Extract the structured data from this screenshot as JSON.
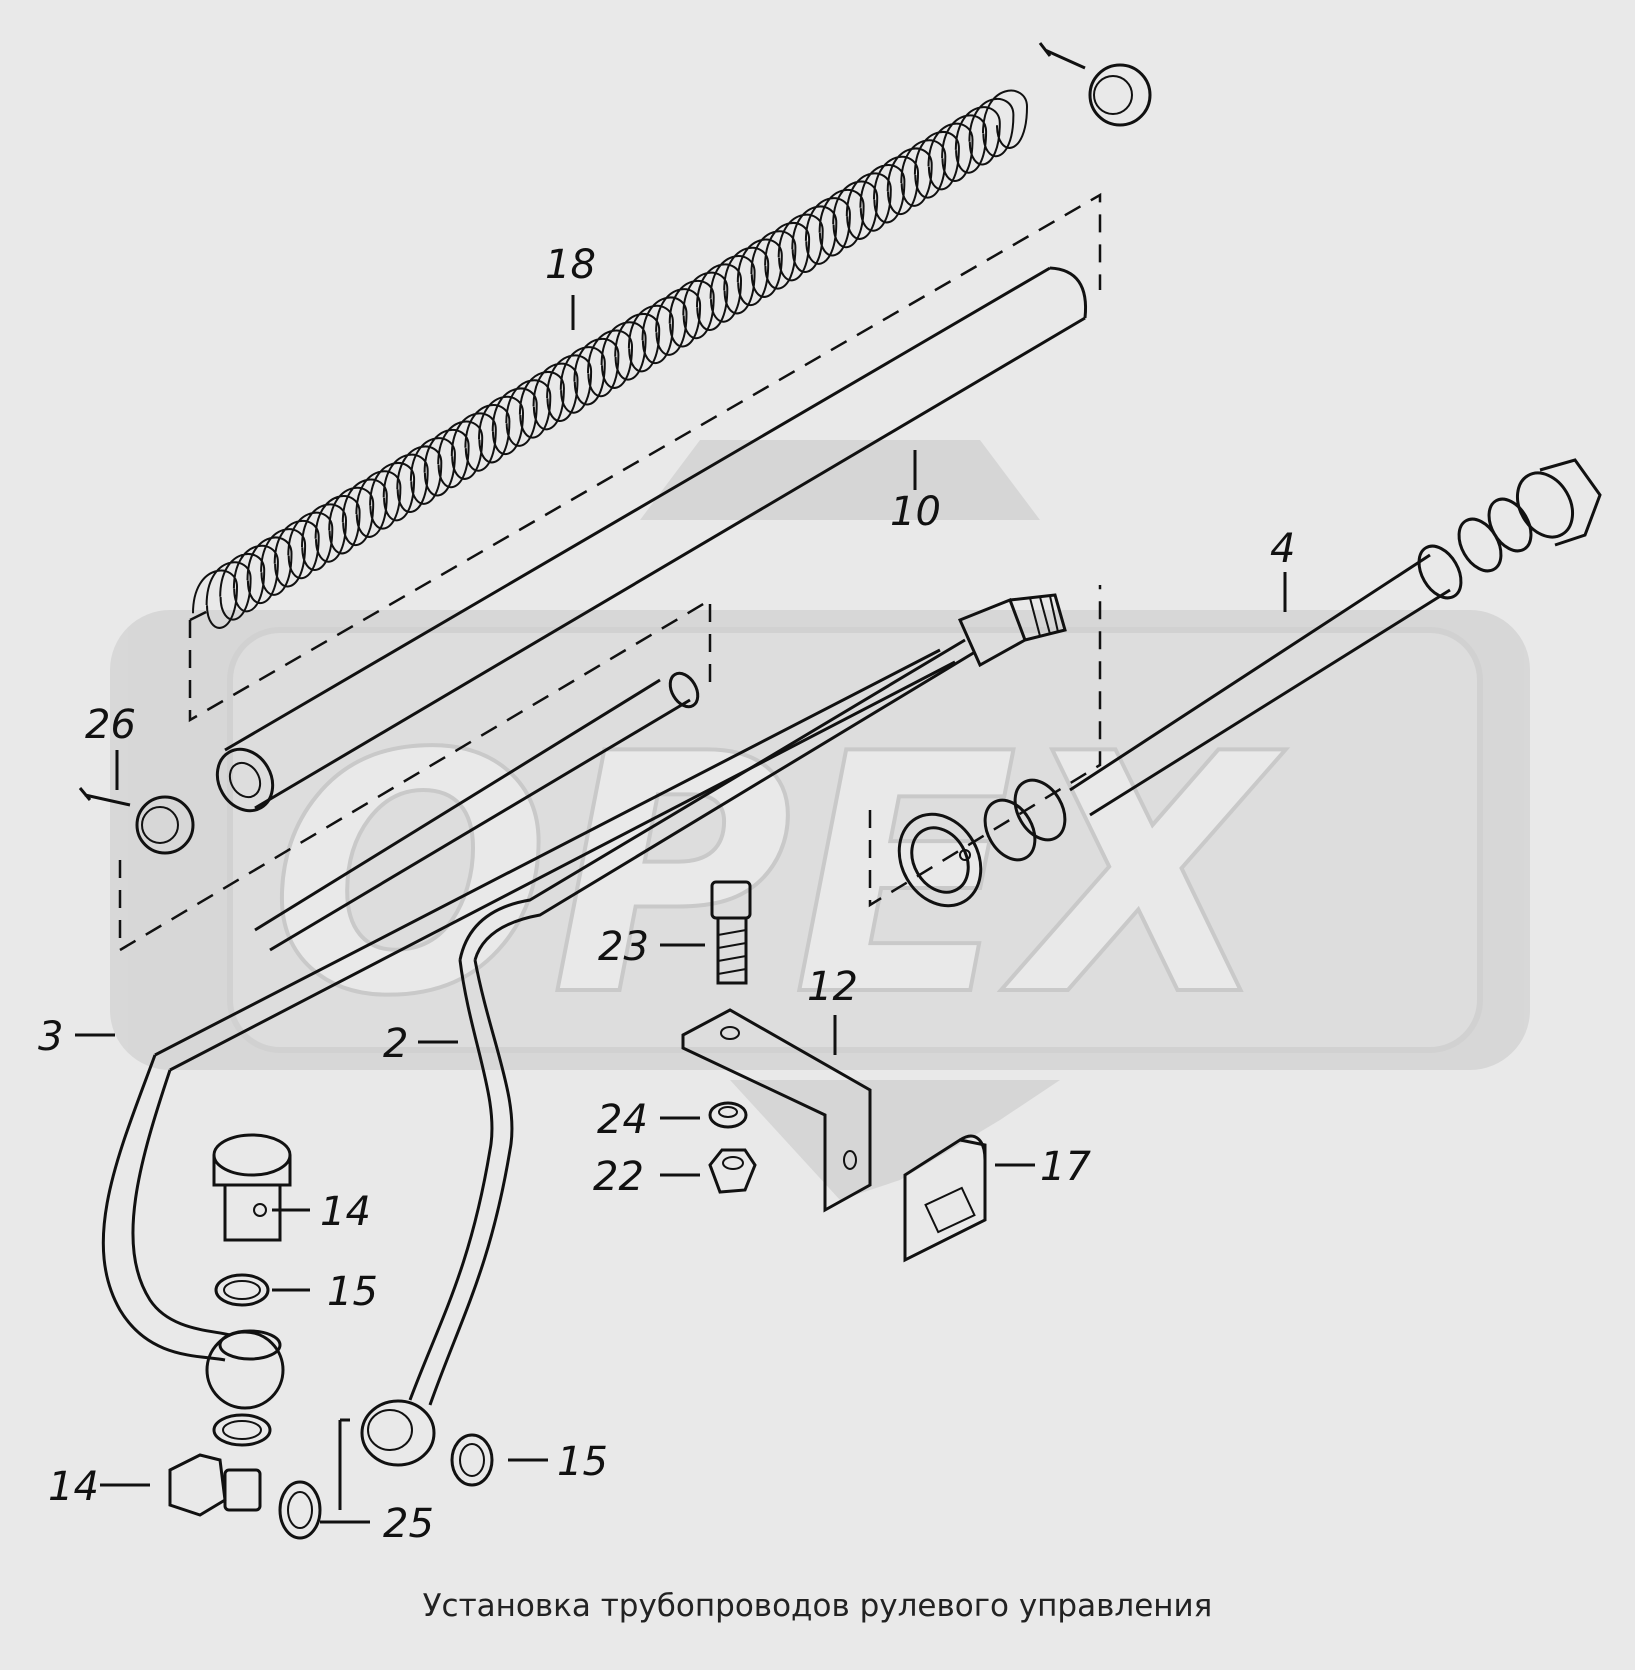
{
  "watermark": {
    "text": "OPEX",
    "color": "#c9c9c9"
  },
  "callouts": [
    {
      "id": "label-18",
      "text": "18"
    },
    {
      "id": "label-10",
      "text": "10"
    },
    {
      "id": "label-4",
      "text": "4"
    },
    {
      "id": "label-26",
      "text": "26"
    },
    {
      "id": "label-23",
      "text": "23"
    },
    {
      "id": "label-12",
      "text": "12"
    },
    {
      "id": "label-3",
      "text": "3"
    },
    {
      "id": "label-2",
      "text": "2"
    },
    {
      "id": "label-24",
      "text": "24"
    },
    {
      "id": "label-22",
      "text": "22"
    },
    {
      "id": "label-17",
      "text": "17"
    },
    {
      "id": "label-14a",
      "text": "14"
    },
    {
      "id": "label-15a",
      "text": "15"
    },
    {
      "id": "label-15b",
      "text": "15"
    },
    {
      "id": "label-14b",
      "text": "14"
    },
    {
      "id": "label-25",
      "text": "25"
    }
  ],
  "caption": "Установка трубопроводов рулевого управления"
}
